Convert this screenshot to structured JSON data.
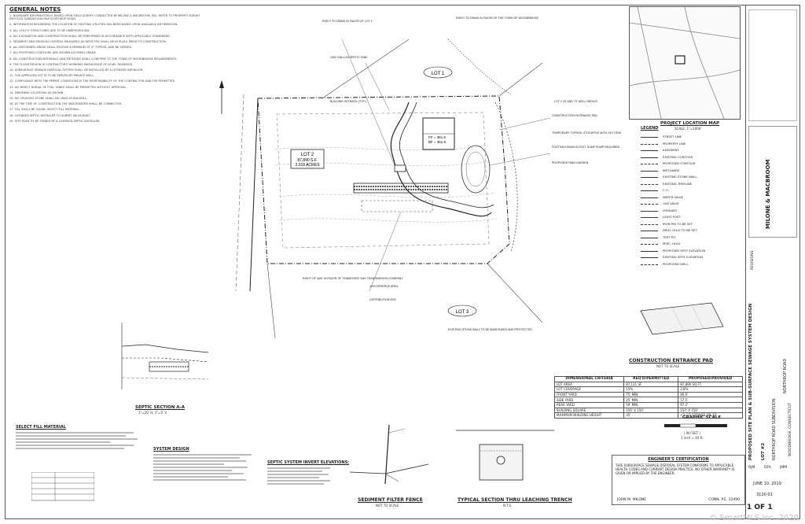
{
  "notes": {
    "title": "GENERAL NOTES",
    "items": [
      "1. BOUNDARY INFORMATION IS BASED UPON FIELD SURVEY CONDUCTED BY MILONE & MACBROOM, INC. REFER TO PROPERTY SURVEY ENTITLED SUBDIVISION MAP NORTHROP ROAD.",
      "2. INFORMATION REGARDING THE LOCATION OF EXISTING UTILITIES HAS BEEN BASED UPON AVAILABLE INFORMATION.",
      "3. ALL UTILITY STRUCTURES ARE TO BE UNDERGROUND.",
      "4. ALL EXCAVATION AND CONSTRUCTION SHALL BE PERFORMED IN ACCORDANCE WITH APPLICABLE STANDARDS.",
      "5. SEDIMENT AND EROSION CONTROL MEASURES AS DEPICTED SHALL BE IN PLACE PRIOR TO CONSTRUCTION.",
      "6. ALL DISTURBED AREAS SHALL RECEIVE A MINIMUM OF 4\" TOPSOIL AND BE SEEDED.",
      "7. ALL PROPOSED CONTOURS ARE SHOWN AS FINISH GRADE.",
      "8. ALL CONSTRUCTION MATERIALS AND METHODS SHALL CONFORM TO THE TOWN OF WOODBRIDGE REQUIREMENTS.",
      "9. THE FLOOD REGION IS CONTRACTOR'S WORKING KNOWLEDGE OF LEVEL READINGS.",
      "10. SUBSURFACE SEWAGE DISPOSAL SYSTEM SHALL BE INSTALLED BY A LICENSED INSTALLER.",
      "11. THE APPROVED LOT IS TO BE SERVED BY PRIVATE WELL.",
      "12. COMPLIANCE WITH THE PERMIT CONDITIONS IS THE RESPONSIBILITY OF THE CONTRACTOR AND THE PERMITTEE.",
      "13. NO DIRECT BURIAL OF FUEL TANKS SHALL BE PERMITTED WITHOUT APPROVAL.",
      "14. DRIVEWAY LOCATIONS AS SHOWN.",
      "15. NO CRUSHED STONE SHALL BE USED AS BACKFILL.",
      "16. AT THE TIME OF CONSTRUCTION THE WASTEWATER SHALL BE CONNECTED.",
      "17. FILL SHALL BE CLEAN, SELECT FILL MATERIAL.",
      "18. LICENSED SEPTIC INSTALLER TO SUBMIT AN AS-BUILT.",
      "19. SITE PLAN TO BE SIGNED BY A LICENSED SEPTIC INSTALLER."
    ]
  },
  "plan": {
    "lot_label": "LOT 2",
    "lot_area_sf": "87,890 S.F.",
    "lot_area_ac": "2.018 ACRES",
    "lot1": "LOT 1",
    "lot3": "LOT 3",
    "lot_ff": "FF = 361.5",
    "lot_bf": "BF = 351.5",
    "callouts": [
      "RIGHT TO DRAIN IN FAVOR OF LOT 1",
      "RIGHT TO DRAIN IN FAVOR OF THE TOWN OF WOODBRIDGE",
      "LOT 2 20' AND 75' WELL RADIUS",
      "CONSTRUCTION ENTRANCE PAD",
      "TEMPORARY TOPSOIL STOCKPILE WITH SILT FENCE",
      "FOOTING DRAIN OUTLET SUMP PUMP REQUIRED",
      "PROPOSED RAIN GARDEN",
      "1000 GALLON SEPTIC TANK",
      "BUILDING SETBACK (TYP.)",
      "RIGHT OF WAY IN FAVOR OF TENNESSEE GAS TRANSMISSION COMPANY",
      "1000 RESERVE AREA",
      "DISTRIBUTION BOX",
      "EXISTING STONE WALL TO BE MAINTAINED AND PROTECTED"
    ]
  },
  "map": {
    "title": "PROJECT LOCATION MAP",
    "scale": "SCALE: 1\"=1000'"
  },
  "legend": {
    "title": "LEGEND",
    "items": [
      "STREET LINE",
      "PROPERTY LINE",
      "EASEMENT",
      "EXISTING CONTOUR",
      "PROPOSED CONTOUR",
      "WETLANDS",
      "EXISTING STONE WALL",
      "EXISTING TREELINE",
      "C.O.",
      "WATER VALVE",
      "GAS VALVE",
      "HYDRANT",
      "LIGHT POST",
      "IRON PIN TO BE SET",
      "DRILL HOLE TO BE SET",
      "TEST PIT",
      "PERC. HOLE",
      "PROPOSED SPOT ELEVATION",
      "EXISTING SPOT ELEVATION",
      "PROPOSED WELL"
    ]
  },
  "criteria": {
    "heading": "DIMENSIONAL CRITERIA",
    "col_req": "REQ'D/PERMITTED",
    "col_prop": "PROPOSED/PROVIDED",
    "rows": [
      [
        "LOT AREA",
        "87,121 SF",
        "87,890 SQ.FT."
      ],
      [
        "LOT COVERAGE",
        "15%",
        "3.8%"
      ],
      [
        "FRONT YARD",
        "75' MIN.",
        "80.6'"
      ],
      [
        "SIDE YARD",
        "25' MIN.",
        "57.5'"
      ],
      [
        "REAR YARD",
        "50' MIN.",
        "97.2'"
      ],
      [
        "BUILDING SQUARE",
        "150' X 150'",
        "150' X 150'"
      ],
      [
        "MAXIMUM BUILDING HEIGHT",
        "35'",
        "<2-1/2 STORIES OR 35'"
      ]
    ]
  },
  "details": {
    "construction_pad_title": "CONSTRUCTION ENTRANCE PAD",
    "construction_pad_sub": "NOT TO SCALE",
    "section_title": "SEPTIC SECTION A-A",
    "section_scale": "1\"=20' H, 1\"=5' V",
    "silt_fence_title": "SEDIMENT FILTER FENCE",
    "silt_fence_sub": "NOT TO SCALE",
    "trench_title": "TYPICAL SECTION THRU LEACHING TRENCH",
    "trench_sub": "N.T.S.",
    "select_fill_title": "SELECT FILL MATERIAL",
    "system_design_title": "SYSTEM DESIGN",
    "invert_title": "SEPTIC SYSTEM INVERT ELEVATIONS:",
    "graphic_scale_title": "GRAPHIC SCALE",
    "graphic_scale_units": "( IN FEET )",
    "graphic_scale_ratio": "1 inch = 40 ft."
  },
  "title_block": {
    "firm": "MILONE & MACBROOM",
    "sheet_title": "PROPOSED SITE PLAN & SUB-SURFACE SEWAGE SYSTEM DESIGN",
    "lot": "LOT #2",
    "subdivision": "NORTHROP ROAD SUBDIVISION",
    "road": "NORTHROP ROAD",
    "town": "WOODBRIDGE, CONNECTICUT",
    "date": "JUNE 10, 2019",
    "project_no": "3120-01",
    "drawn": "RJM",
    "designed": "DFA",
    "checked": "JMM",
    "revisions": "REVISIONS",
    "sheet": "1 OF 1"
  },
  "certification": {
    "title": "ENGINEER'S CERTIFICATION",
    "text": "THIS SUBSURFACE SEWAGE DISPOSAL SYSTEM CONFORMS TO APPLICABLE HEALTH CODES AND CURRENT DESIGN PRACTICE. NO OTHER WARRANTY IS GIVEN OR IMPLIED BY THE ENGINEER.",
    "signer": "JOHN M. MILONE",
    "license": "CONN. P.E. 12490"
  },
  "watermark": "© SmartMLS Inc. 2020"
}
